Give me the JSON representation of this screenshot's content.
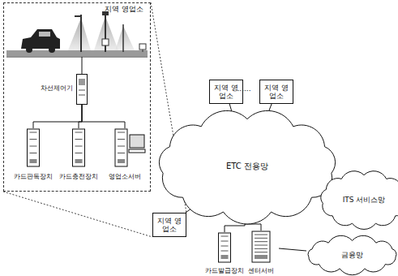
{
  "diagram": {
    "nodes": [
      {
        "text": [
          "지역 영업소"
        ]
      },
      {
        "text": [
          "차선제어기"
        ],
        "in": 0
      },
      {
        "text": [
          "카드판독장치"
        ],
        "in": 0
      },
      {
        "text": [
          "카드충전장치"
        ],
        "in": 0
      },
      {
        "text": [
          "영업소서버"
        ],
        "in": 0
      },
      {
        "text": [
          "지역 영업소"
        ]
      },
      {
        "text": [
          "지역 영업소"
        ]
      },
      {
        "text": [
          "ETC 전용망"
        ]
      },
      {
        "text": [
          "ITS 서비스망"
        ]
      },
      {
        "text": [
          "지역 영업소"
        ]
      },
      {
        "text": [
          "카드발급장치"
        ]
      },
      {
        "text": [
          "센터서버"
        ]
      },
      {
        "text": [
          "금융망"
        ]
      }
    ],
    "edges": [
      {
        "from": 1,
        "to": 2,
        "arrow": "none"
      },
      {
        "from": 1,
        "to": 3,
        "arrow": "none"
      },
      {
        "from": 1,
        "to": 4,
        "arrow": "none"
      },
      {
        "from": 5,
        "to": 7,
        "arrow": "none"
      },
      {
        "from": 6,
        "to": 7,
        "arrow": "none"
      },
      {
        "from": 9,
        "to": 7,
        "arrow": "none"
      },
      {
        "from": 8,
        "to": 7,
        "arrow": "none"
      },
      {
        "from": 7,
        "to": 10,
        "arrow": "none"
      },
      {
        "from": 7,
        "to": 11,
        "arrow": "none"
      },
      {
        "from": 11,
        "to": 12,
        "arrow": "none"
      }
    ],
    "labels": [
      "······"
    ]
  }
}
